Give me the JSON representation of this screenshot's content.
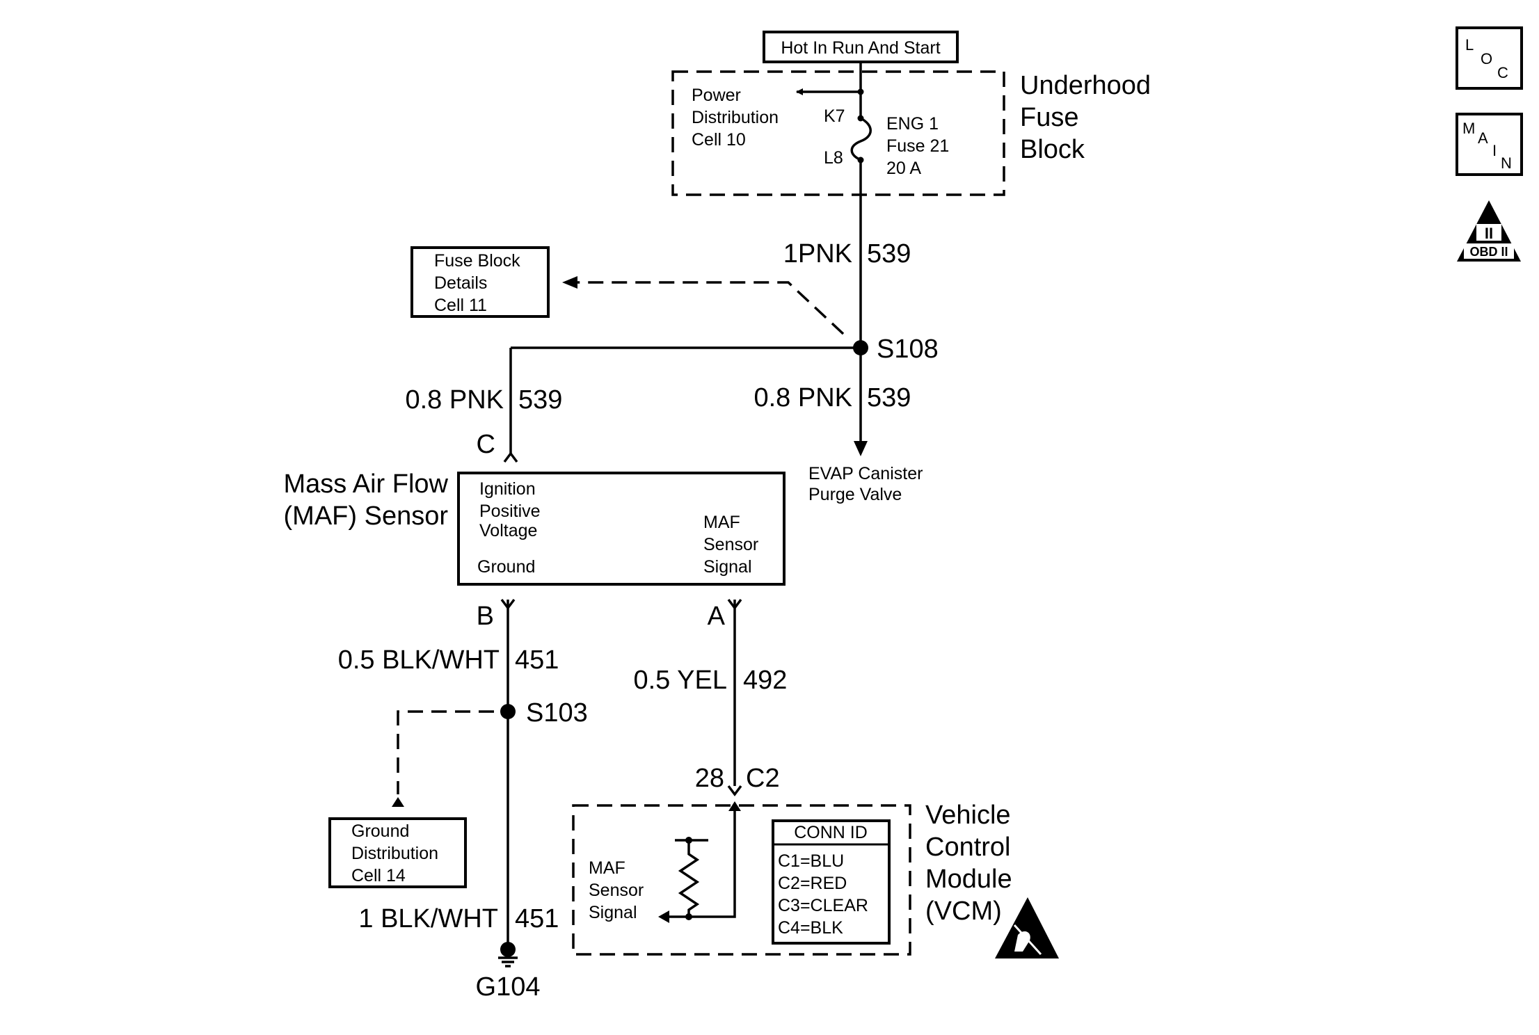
{
  "power": {
    "label": "Hot In Run And Start"
  },
  "fuse_block": {
    "title": [
      "Underhood",
      "Fuse",
      "Block"
    ],
    "power_dist": [
      "Power",
      "Distribution",
      "Cell 10"
    ],
    "pin_top": "K7",
    "pin_bottom": "L8",
    "fuse": [
      "ENG 1",
      "Fuse 21",
      "20 A"
    ]
  },
  "wire_main": {
    "gauge_color": "1PNK",
    "circuit": "539"
  },
  "fuse_details": [
    "Fuse Block",
    "Details",
    "Cell 11"
  ],
  "splice_top": "S108",
  "wire_maf_feed": {
    "gauge_color": "0.8 PNK",
    "circuit": "539",
    "connector": "C"
  },
  "wire_evap": {
    "gauge_color": "0.8 PNK",
    "circuit": "539"
  },
  "evap": [
    "EVAP Canister",
    "Purge Valve"
  ],
  "maf": {
    "title": [
      "Mass Air Flow",
      "(MAF) Sensor"
    ],
    "ignition": [
      "Ignition",
      "Positive",
      "Voltage"
    ],
    "ground": "Ground",
    "signal": [
      "MAF",
      "Sensor",
      "Signal"
    ]
  },
  "wire_ground": {
    "connector": "B",
    "gauge_color": "0.5 BLK/WHT",
    "circuit": "451"
  },
  "wire_signal": {
    "connector": "A",
    "gauge_color": "0.5 YEL",
    "circuit": "492"
  },
  "splice_ground": "S103",
  "ground_dist": [
    "Ground",
    "Distribution",
    "Cell 14"
  ],
  "wire_ground2": {
    "gauge_color": "1 BLK/WHT",
    "circuit": "451"
  },
  "ground_point": "G104",
  "vcm_connector": {
    "pin": "28",
    "connector": "C2"
  },
  "vcm": {
    "title": [
      "Vehicle",
      "Control",
      "Module",
      "(VCM)"
    ],
    "signal": [
      "MAF",
      "Sensor",
      "Signal"
    ],
    "conn_header": "CONN ID",
    "conn_ids": [
      "C1=BLU",
      "C2=RED",
      "C3=CLEAR",
      "C4=BLK"
    ]
  },
  "icons": {
    "loc": [
      "L",
      "O",
      "C"
    ],
    "main": [
      "M",
      "A",
      "I",
      "N"
    ],
    "obd": [
      "II",
      "OBD II"
    ]
  }
}
